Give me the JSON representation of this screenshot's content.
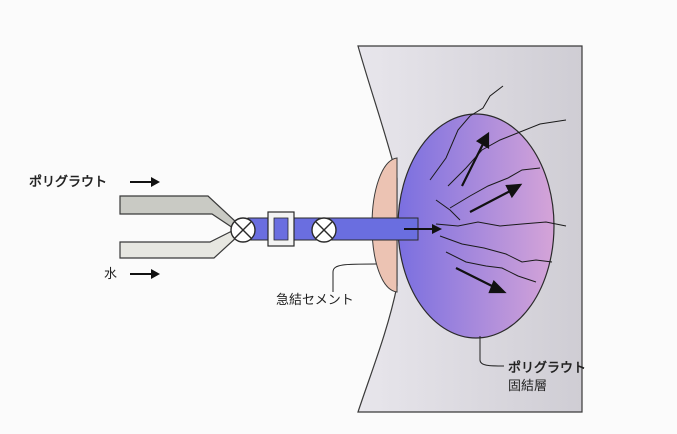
{
  "labels": {
    "polygrout_input": "ポリグラウト",
    "water_input": "水",
    "quick_cement": "急結セメント",
    "layer_line1": "ポリグラウト",
    "layer_line2": "固結層"
  },
  "colors": {
    "rock": "#d9d7de",
    "rock_edge": "#3a3a3a",
    "cement": "#ecc3b3",
    "pipe_upper": "#c9cac4",
    "pipe_lower": "#e7e7e1",
    "main_pipe": "#6a6ee0",
    "layer_left": "#7a6fe0",
    "layer_right": "#d5a4d8",
    "arrow": "#111111"
  }
}
